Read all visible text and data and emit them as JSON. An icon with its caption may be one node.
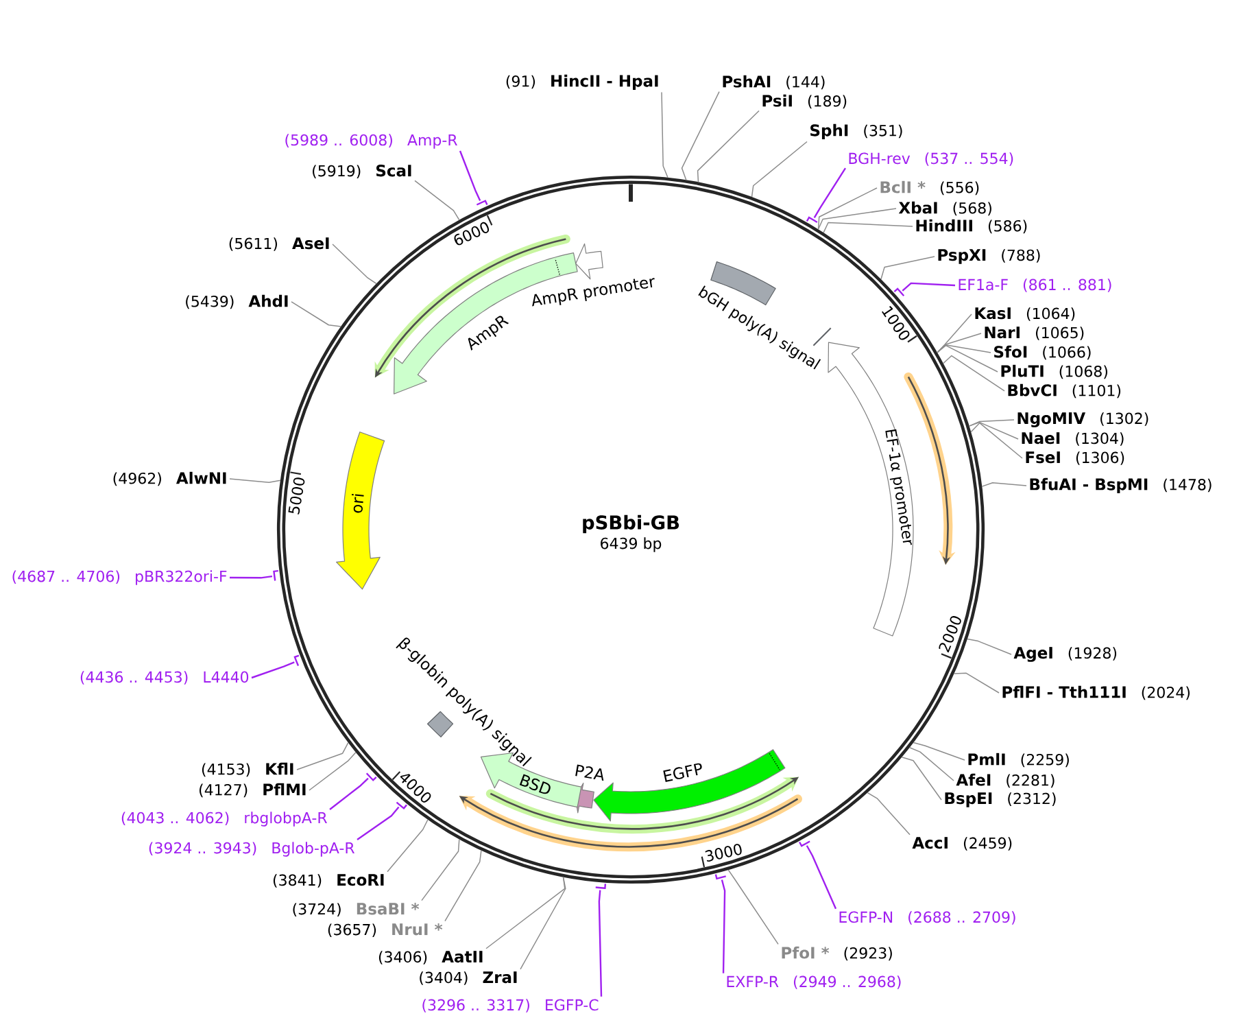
{
  "diagram": {
    "nodes": [
      {
        "text": [
          "pSBbi-GB",
          "6439 bp"
        ]
      },
      {
        "text": [
          "bGH poly(A) signal"
        ],
        "in": 0
      },
      {
        "text": [
          "EF-1α promoter"
        ],
        "in": 0
      },
      {
        "text": [
          "EGFP"
        ],
        "in": 0
      },
      {
        "text": [
          "P2A"
        ],
        "in": 0
      },
      {
        "text": [
          "BSD"
        ],
        "in": 0
      },
      {
        "text": [
          "β-globin poly(A) signal"
        ],
        "in": 0
      },
      {
        "text": [
          "ori"
        ],
        "in": 0
      },
      {
        "text": [
          "AmpR"
        ],
        "in": 0
      },
      {
        "text": [
          "AmpR promoter"
        ],
        "in": 0
      },
      {
        "text": [
          "(91)",
          "HincII - HpaI"
        ]
      },
      {
        "text": [
          "PshAI",
          "(144)"
        ]
      },
      {
        "text": [
          "PsiI",
          "(189)"
        ]
      },
      {
        "text": [
          "SphI",
          "(351)"
        ]
      },
      {
        "text": [
          "BGH-rev",
          "(537 .. 554)"
        ]
      },
      {
        "text": [
          "BclI *",
          "(556)"
        ]
      },
      {
        "text": [
          "XbaI",
          "(568)"
        ]
      },
      {
        "text": [
          "HindIII",
          "(586)"
        ]
      },
      {
        "text": [
          "PspXI",
          "(788)"
        ]
      },
      {
        "text": [
          "EF1a-F",
          "(861 .. 881)"
        ]
      },
      {
        "text": [
          "KasI",
          "(1064)"
        ]
      },
      {
        "text": [
          "NarI",
          "(1065)"
        ]
      },
      {
        "text": [
          "SfoI",
          "(1066)"
        ]
      },
      {
        "text": [
          "PluTI",
          "(1068)"
        ]
      },
      {
        "text": [
          "BbvCI",
          "(1101)"
        ]
      },
      {
        "text": [
          "NgoMIV",
          "(1302)"
        ]
      },
      {
        "text": [
          "NaeI",
          "(1304)"
        ]
      },
      {
        "text": [
          "FseI",
          "(1306)"
        ]
      },
      {
        "text": [
          "BfuAI - BspMI",
          "(1478)"
        ]
      },
      {
        "text": [
          "AgeI",
          "(1928)"
        ]
      },
      {
        "text": [
          "PflFI - Tth111I",
          "(2024)"
        ]
      },
      {
        "text": [
          "PmlI",
          "(2259)"
        ]
      },
      {
        "text": [
          "AfeI",
          "(2281)"
        ]
      },
      {
        "text": [
          "BspEI",
          "(2312)"
        ]
      },
      {
        "text": [
          "AccI",
          "(2459)"
        ]
      },
      {
        "text": [
          "EGFP-N",
          "(2688 .. 2709)"
        ]
      },
      {
        "text": [
          "PfoI *",
          "(2923)"
        ]
      },
      {
        "text": [
          "EXFP-R",
          "(2949 .. 2968)"
        ]
      },
      {
        "text": [
          "(3296 .. 3317)",
          "EGFP-C"
        ]
      },
      {
        "text": [
          "(3404)",
          "ZraI"
        ]
      },
      {
        "text": [
          "(3406)",
          "AatII"
        ]
      },
      {
        "text": [
          "(3657)",
          "NruI *"
        ]
      },
      {
        "text": [
          "(3724)",
          "BsaBI *"
        ]
      },
      {
        "text": [
          "(3841)",
          "EcoRI"
        ]
      },
      {
        "text": [
          "(3924 .. 3943)",
          "Bglob-pA-R"
        ]
      },
      {
        "text": [
          "(4043 .. 4062)",
          "rbglobpA-R"
        ]
      },
      {
        "text": [
          "(4127)",
          "PflMI"
        ]
      },
      {
        "text": [
          "(4153)",
          "KflI"
        ]
      },
      {
        "text": [
          "(4436 .. 4453)",
          "L4440"
        ]
      },
      {
        "text": [
          "(4687 .. 4706)",
          "pBR322ori-F"
        ]
      },
      {
        "text": [
          "(4962)",
          "AlwNI"
        ]
      },
      {
        "text": [
          "(5439)",
          "AhdI"
        ]
      },
      {
        "text": [
          "(5611)",
          "AseI"
        ]
      },
      {
        "text": [
          "(5919)",
          "ScaI"
        ]
      },
      {
        "text": [
          "(5989 .. 6008)",
          "Amp-R"
        ]
      },
      {
        "text": [],
        "shape": "bar"
      },
      {
        "text": [],
        "shape": "bar"
      },
      {
        "text": [],
        "shape": "bar"
      },
      {
        "text": [],
        "shape": "bar"
      },
      {
        "text": [],
        "shape": "bar"
      },
      {
        "text": [],
        "shape": "bar"
      },
      {
        "text": [],
        "shape": "bar"
      },
      {
        "text": [],
        "shape": "bar"
      },
      {
        "text": [],
        "shape": "bar"
      },
      {
        "text": [],
        "shape": "bar"
      }
    ],
    "edges": [
      {
        "from": 10,
        "to": 0,
        "arrow": "none"
      },
      {
        "from": 11,
        "to": 0,
        "arrow": "none"
      },
      {
        "from": 12,
        "to": 0,
        "arrow": "none"
      },
      {
        "from": 13,
        "to": 0,
        "arrow": "none"
      },
      {
        "from": 14,
        "to": 56,
        "arrow": "none",
        "color": "#a020f0"
      },
      {
        "from": 15,
        "to": 0,
        "arrow": "none"
      },
      {
        "from": 16,
        "to": 0,
        "arrow": "none"
      },
      {
        "from": 17,
        "to": 0,
        "arrow": "none"
      },
      {
        "from": 18,
        "to": 0,
        "arrow": "none"
      },
      {
        "from": 19,
        "to": 57,
        "arrow": "none",
        "color": "#a020f0"
      },
      {
        "from": 20,
        "to": 0,
        "arrow": "none"
      },
      {
        "from": 21,
        "to": 0,
        "arrow": "none"
      },
      {
        "from": 22,
        "to": 0,
        "arrow": "none"
      },
      {
        "from": 23,
        "to": 0,
        "arrow": "none"
      },
      {
        "from": 24,
        "to": 0,
        "arrow": "none"
      },
      {
        "from": 25,
        "to": 0,
        "arrow": "none"
      },
      {
        "from": 26,
        "to": 0,
        "arrow": "none"
      },
      {
        "from": 27,
        "to": 0,
        "arrow": "none"
      },
      {
        "from": 28,
        "to": 0,
        "arrow": "none"
      },
      {
        "from": 29,
        "to": 0,
        "arrow": "none"
      },
      {
        "from": 30,
        "to": 0,
        "arrow": "none"
      },
      {
        "from": 31,
        "to": 0,
        "arrow": "none"
      },
      {
        "from": 32,
        "to": 0,
        "arrow": "none"
      },
      {
        "from": 33,
        "to": 0,
        "arrow": "none"
      },
      {
        "from": 34,
        "to": 0,
        "arrow": "none"
      },
      {
        "from": 35,
        "to": 62,
        "arrow": "none",
        "color": "#a020f0"
      },
      {
        "from": 36,
        "to": 0,
        "arrow": "none"
      },
      {
        "from": 37,
        "to": 63,
        "arrow": "none",
        "color": "#a020f0"
      },
      {
        "from": 38,
        "to": 64,
        "arrow": "none",
        "color": "#a020f0"
      },
      {
        "from": 39,
        "to": 0,
        "arrow": "none"
      },
      {
        "from": 40,
        "to": 0,
        "arrow": "none"
      },
      {
        "from": 41,
        "to": 0,
        "arrow": "none"
      },
      {
        "from": 42,
        "to": 0,
        "arrow": "none"
      },
      {
        "from": 43,
        "to": 0,
        "arrow": "none"
      },
      {
        "from": 44,
        "to": 61,
        "arrow": "none",
        "color": "#a020f0"
      },
      {
        "from": 45,
        "to": 60,
        "arrow": "none",
        "color": "#a020f0"
      },
      {
        "from": 46,
        "to": 0,
        "arrow": "none"
      },
      {
        "from": 47,
        "to": 0,
        "arrow": "none"
      },
      {
        "from": 48,
        "to": 59,
        "arrow": "none",
        "color": "#a020f0"
      },
      {
        "from": 49,
        "to": 58,
        "arrow": "none",
        "color": "#a020f0"
      },
      {
        "from": 50,
        "to": 0,
        "arrow": "none"
      },
      {
        "from": 51,
        "to": 0,
        "arrow": "none"
      },
      {
        "from": 52,
        "to": 0,
        "arrow": "none"
      },
      {
        "from": 53,
        "to": 0,
        "arrow": "none"
      },
      {
        "from": 54,
        "to": 55,
        "arrow": "none",
        "color": "#a020f0"
      }
    ],
    "labels": [
      "1000",
      "2000",
      "3000",
      "4000",
      "5000",
      "6000"
    ]
  }
}
